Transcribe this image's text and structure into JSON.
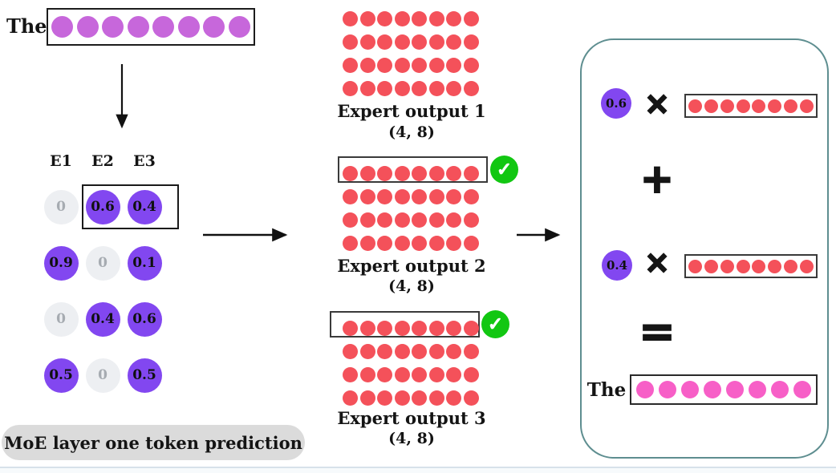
{
  "token": {
    "label": "The",
    "dim": 8
  },
  "router": {
    "headers": [
      "E1",
      "E2",
      "E3"
    ],
    "rows": [
      [
        "0",
        "0.6",
        "0.4"
      ],
      [
        "0.9",
        "0",
        "0.1"
      ],
      [
        "0",
        "0.4",
        "0.6"
      ],
      [
        "0.5",
        "0",
        "0.5"
      ]
    ],
    "selected_row_index": 0,
    "caption": "MoE layer one token prediction"
  },
  "experts": [
    {
      "label": "Expert output 1",
      "shape": "(4, 8)",
      "rows": 4,
      "cols": 8,
      "selected": false
    },
    {
      "label": "Expert output 2",
      "shape": "(4, 8)",
      "rows": 4,
      "cols": 8,
      "selected": true
    },
    {
      "label": "Expert output 3",
      "shape": "(4, 8)",
      "rows": 4,
      "cols": 8,
      "selected": true
    }
  ],
  "combination": {
    "terms": [
      {
        "weight": "0.6",
        "vector_dots": 8
      },
      {
        "weight": "0.4",
        "vector_dots": 8
      }
    ],
    "operators": {
      "times": "×",
      "plus": "+",
      "equals": "="
    },
    "result": {
      "label": "The",
      "vector_dots": 8
    }
  },
  "icons": {
    "check": "✓"
  },
  "colors": {
    "purple": "#8247F0",
    "gray-cell": "#EDEFF2",
    "zero-text": "#A6ABB1",
    "orchid": "#C767DB",
    "red": "#F4515A",
    "pink": "#F75FC7",
    "green": "#12C712",
    "panel-border": "#5E8E90",
    "pill-bg": "#DBDBDB",
    "ink": "#141414"
  }
}
